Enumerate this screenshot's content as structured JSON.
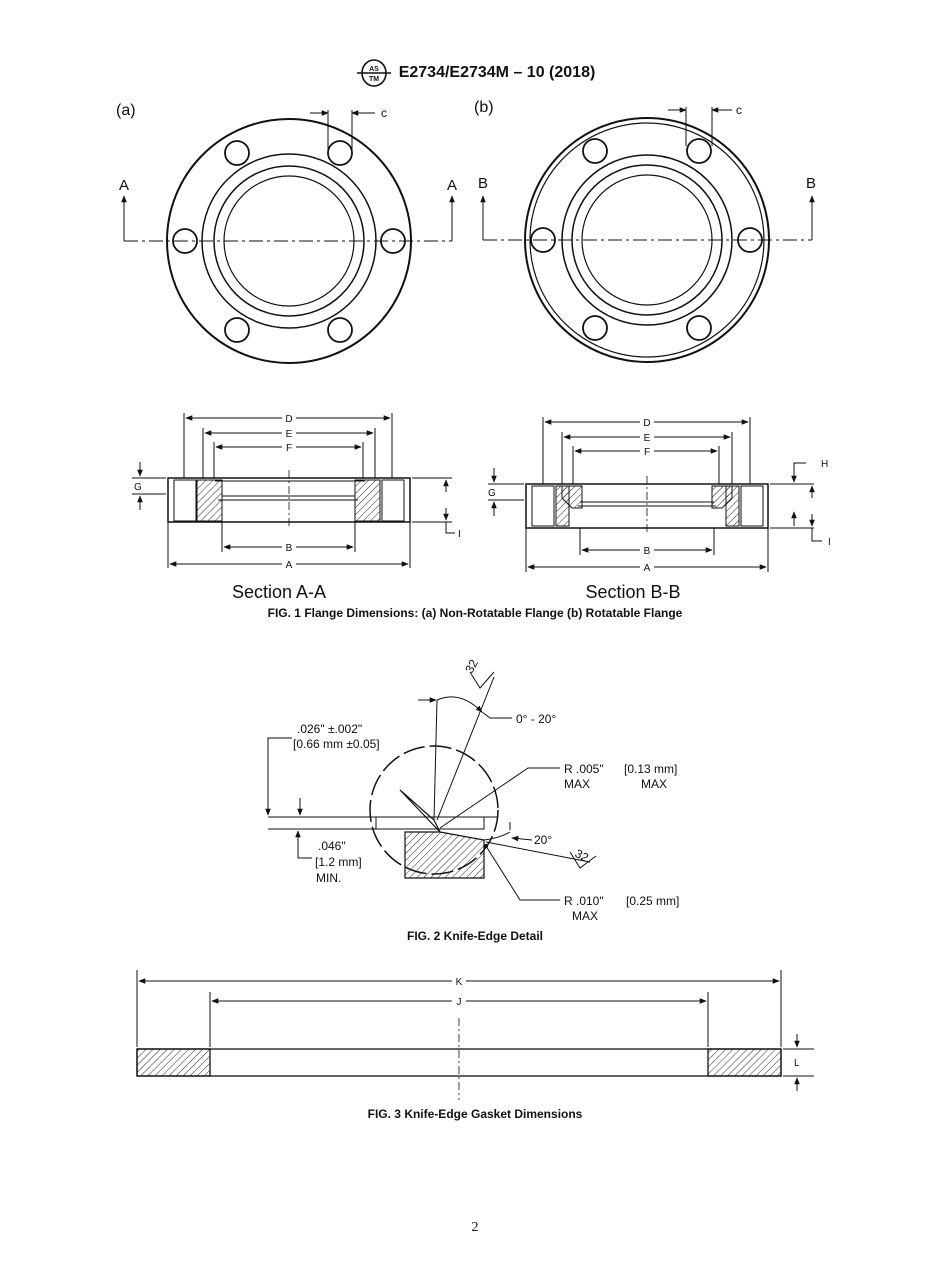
{
  "header": {
    "doc_id": "E2734/E2734M – 10 (2018)",
    "logo_icon": "astm-logo-icon"
  },
  "fig1": {
    "label_a": "(a)",
    "label_b": "(b)",
    "section_a_marker": "A",
    "section_b_marker": "B",
    "dim_c": "c",
    "dims": {
      "A": "A",
      "B": "B",
      "D": "D",
      "E": "E",
      "F": "F",
      "G": "G",
      "H": "H",
      "I": "I"
    },
    "section_a_title": "Section A-A",
    "section_b_title": "Section B-B",
    "caption": "FIG. 1 Flange Dimensions: (a) Non-Rotatable Flange (b) Rotatable Flange"
  },
  "fig2": {
    "finish_1": "32",
    "finish_2": "32",
    "angle_range": "0° - 20°",
    "thickness_in": ".026\" ±.002\"",
    "thickness_mm": "[0.66 mm ±0.05]",
    "min_in": ".046\"",
    "min_mm": "[1.2 mm]",
    "min_label": "MIN.",
    "r_tip_in": "R .005\"",
    "r_tip_mm": "[0.13 mm]",
    "r_tip_max_1": "MAX",
    "r_tip_max_2": "MAX",
    "angle_20": "20°",
    "r_base_in": "R .010\"",
    "r_base_mm": "[0.25 mm]",
    "r_base_max": "MAX",
    "caption": "FIG. 2 Knife-Edge Detail"
  },
  "fig3": {
    "dim_k": "K",
    "dim_j": "J",
    "dim_l": "L",
    "caption": "FIG. 3 Knife-Edge Gasket Dimensions"
  },
  "footer": {
    "page_number": "2"
  }
}
